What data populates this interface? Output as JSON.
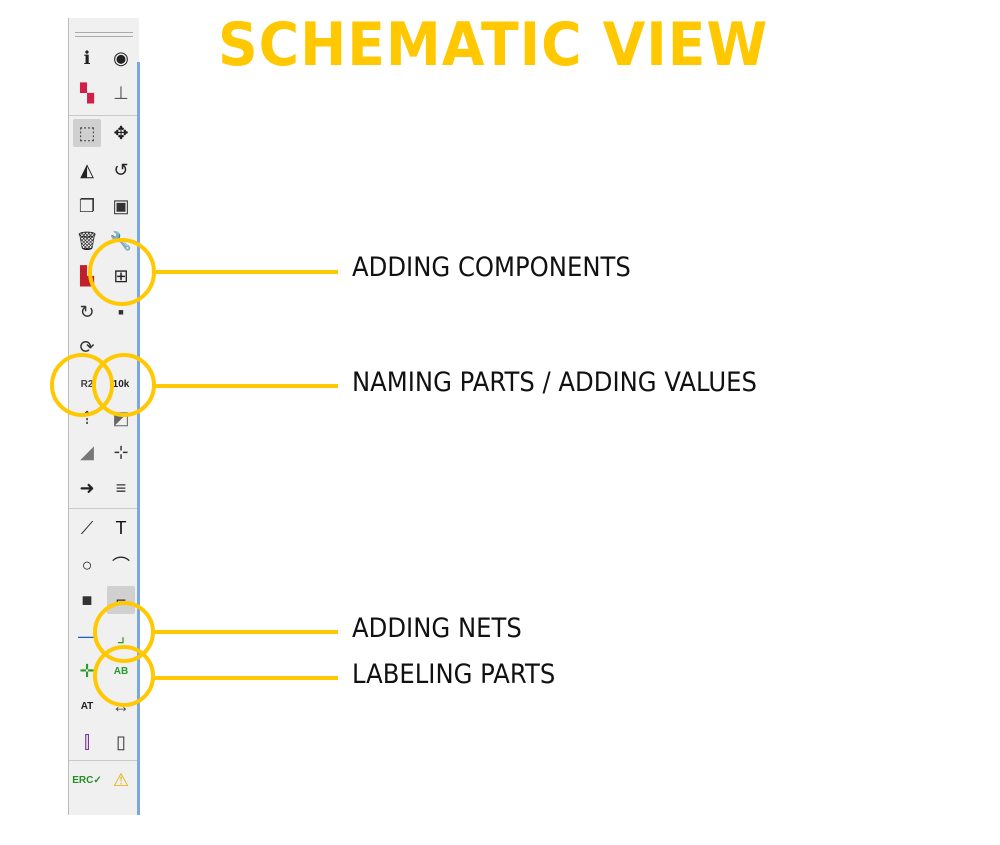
{
  "title": "SCHEMATIC VIEW",
  "accent_color": "#FFC800",
  "toolbar": {
    "buttons": [
      {
        "icon": "info-icon",
        "glyph": "ℹ",
        "color": "#222"
      },
      {
        "icon": "eye-icon",
        "glyph": "◉",
        "color": "#222"
      },
      {
        "icon": "layers-icon",
        "glyph": "▚",
        "color": "#d0204a"
      },
      {
        "icon": "origin-icon",
        "glyph": "⊥",
        "color": "#555"
      },
      {
        "icon": "select-icon",
        "glyph": "⬚",
        "color": "#333",
        "active": true
      },
      {
        "icon": "move-icon",
        "glyph": "✥",
        "color": "#222"
      },
      {
        "icon": "mirror-icon",
        "glyph": "◭",
        "color": "#222"
      },
      {
        "icon": "rotate-icon",
        "glyph": "↺",
        "color": "#222"
      },
      {
        "icon": "copy-icon",
        "glyph": "❐",
        "color": "#333"
      },
      {
        "icon": "paste-icon",
        "glyph": "▣",
        "color": "#333"
      },
      {
        "icon": "delete-icon",
        "glyph": "🗑",
        "color": "#222"
      },
      {
        "icon": "wrench-icon",
        "glyph": "🔧",
        "color": "#222"
      },
      {
        "icon": "add-library-icon",
        "glyph": "▙",
        "color": "#c0202a"
      },
      {
        "icon": "add-component-icon",
        "glyph": "⊞",
        "color": "#222"
      },
      {
        "icon": "replace-icon",
        "glyph": "↻",
        "color": "#333"
      },
      {
        "icon": "group-icon",
        "glyph": "▪",
        "color": "#333"
      },
      {
        "icon": "swap-gate-icon",
        "glyph": "⟳",
        "color": "#333"
      },
      {
        "icon": "blank",
        "glyph": "",
        "color": "#333"
      },
      {
        "icon": "name-icon",
        "glyph": "R2",
        "color": "#444",
        "small": true
      },
      {
        "icon": "value-icon",
        "glyph": "10k",
        "color": "#222",
        "small": true
      },
      {
        "icon": "pin-swap-icon",
        "glyph": "⇡",
        "color": "#333"
      },
      {
        "icon": "smash-icon",
        "glyph": "◩",
        "color": "#666"
      },
      {
        "icon": "miter-icon",
        "glyph": "◢",
        "color": "#777"
      },
      {
        "icon": "split-icon",
        "glyph": "⊹",
        "color": "#333"
      },
      {
        "icon": "optimize-icon",
        "glyph": "➜",
        "color": "#222"
      },
      {
        "icon": "route-icon",
        "glyph": "≡",
        "color": "#333"
      },
      {
        "icon": "line-icon",
        "glyph": "⟋",
        "color": "#222"
      },
      {
        "icon": "text-icon",
        "glyph": "T",
        "color": "#111"
      },
      {
        "icon": "circle-icon",
        "glyph": "○",
        "color": "#222"
      },
      {
        "icon": "arc-icon",
        "glyph": "⌒",
        "color": "#222"
      },
      {
        "icon": "rectangle-icon",
        "glyph": "■",
        "color": "#333"
      },
      {
        "icon": "polygon-icon",
        "glyph": "⌐",
        "color": "#333",
        "active": true
      },
      {
        "icon": "bus-icon",
        "glyph": "—",
        "color": "#1a5fc8"
      },
      {
        "icon": "net-icon",
        "glyph": "⌟",
        "color": "#2a9a2a"
      },
      {
        "icon": "junction-icon",
        "glyph": "✛",
        "color": "#2a9a2a"
      },
      {
        "icon": "label-icon",
        "glyph": "AB",
        "color": "#2a9a2a",
        "small": true
      },
      {
        "icon": "attribute-icon",
        "glyph": "AT",
        "color": "#222",
        "small": true
      },
      {
        "icon": "dimension-icon",
        "glyph": "↔",
        "color": "#444"
      },
      {
        "icon": "frame-icon",
        "glyph": "⫿",
        "color": "#7a2a9a"
      },
      {
        "icon": "module-icon",
        "glyph": "▯",
        "color": "#333"
      },
      {
        "icon": "erc-icon",
        "glyph": "ERC✓",
        "color": "#2a8a2a",
        "small": true
      },
      {
        "icon": "warning-icon",
        "glyph": "⚠",
        "color": "#e0b000"
      }
    ]
  },
  "annotations": [
    {
      "label": "ADDING COMPONENTS"
    },
    {
      "label": "NAMING PARTS  / ADDING VALUES"
    },
    {
      "label": "ADDING NETS"
    },
    {
      "label": "LABELING PARTS"
    }
  ]
}
